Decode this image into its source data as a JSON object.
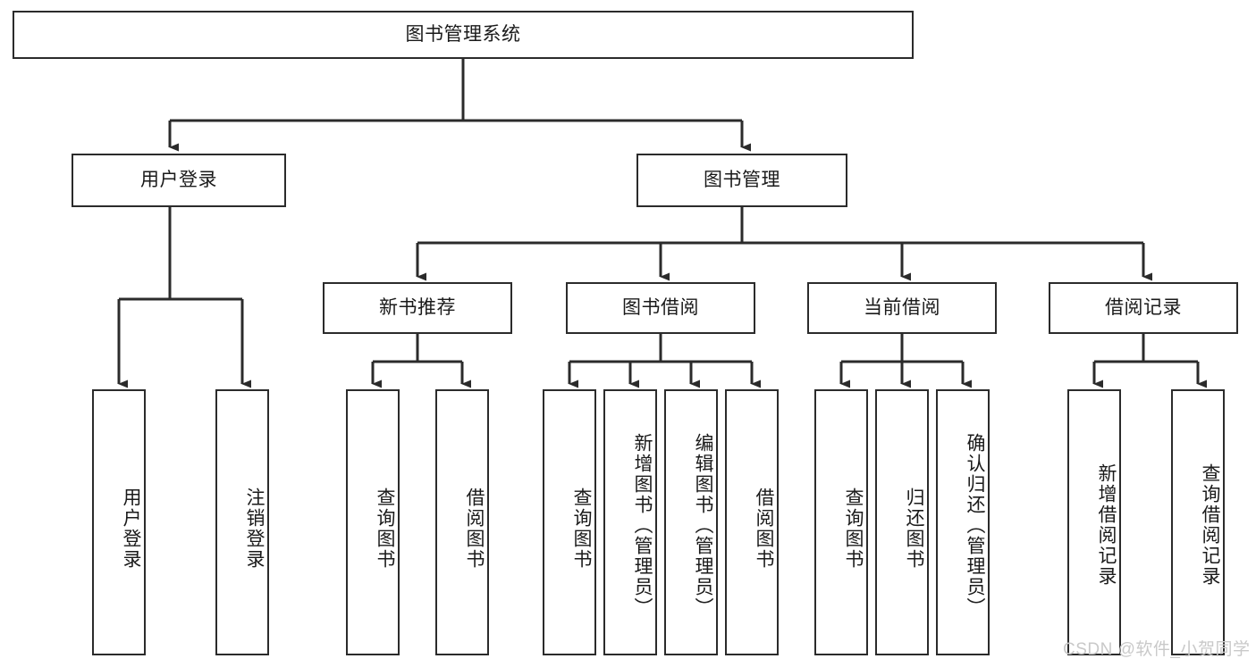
{
  "diagram": {
    "type": "tree",
    "title": "图书管理系统",
    "root": {
      "label": "图书管理系统",
      "id": "library-management-system"
    },
    "level1": [
      {
        "id": "user-login",
        "label": "用户登录"
      },
      {
        "id": "book-management",
        "label": "图书管理"
      }
    ],
    "level2": [
      {
        "id": "new-book-recommendation",
        "label": "新书推荐",
        "parent": "book-management"
      },
      {
        "id": "book-borrowing",
        "label": "图书借阅",
        "parent": "book-management"
      },
      {
        "id": "current-borrowing",
        "label": "当前借阅",
        "parent": "book-management"
      },
      {
        "id": "borrowing-record",
        "label": "借阅记录",
        "parent": "book-management"
      }
    ],
    "leaves": {
      "user_login": [
        {
          "id": "leaf-user-login",
          "label": "用户登录"
        },
        {
          "id": "leaf-logout-login",
          "label": "注销登录"
        }
      ],
      "new_book_recommendation": [
        {
          "id": "leaf-query-book-1",
          "label": "查询图书"
        },
        {
          "id": "leaf-borrow-book-1",
          "label": "借阅图书"
        }
      ],
      "book_borrowing": [
        {
          "id": "leaf-query-book-2",
          "label": "查询图书"
        },
        {
          "id": "leaf-add-book-admin",
          "label": "新增图书（管理员）"
        },
        {
          "id": "leaf-edit-book-admin",
          "label": "编辑图书（管理员）"
        },
        {
          "id": "leaf-borrow-book-2",
          "label": "借阅图书"
        }
      ],
      "current_borrowing": [
        {
          "id": "leaf-query-book-3",
          "label": "查询图书"
        },
        {
          "id": "leaf-return-book",
          "label": "归还图书"
        },
        {
          "id": "leaf-confirm-return-admin",
          "label": "确认归还（管理员）"
        }
      ],
      "borrowing_record": [
        {
          "id": "leaf-add-borrow-record",
          "label": "新增借阅记录"
        },
        {
          "id": "leaf-query-borrow-record",
          "label": "查询借阅记录"
        }
      ]
    }
  },
  "watermark": {
    "text": "CSDN @软件_小贺同学"
  },
  "colors": {
    "stroke": "#2b2b2b",
    "background": "#ffffff",
    "text": "#1a1a1a",
    "watermark": "#c9c9c9"
  }
}
